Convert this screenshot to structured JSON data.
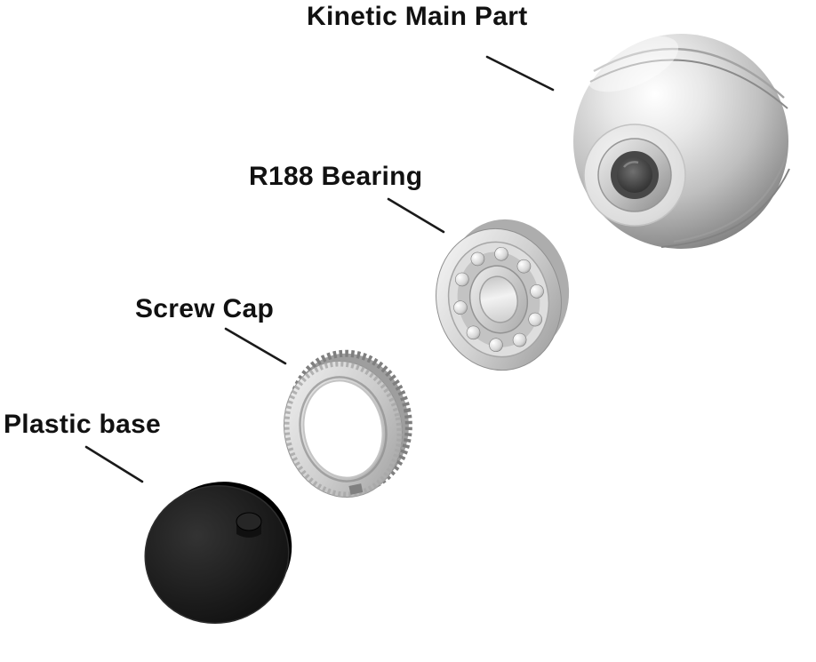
{
  "diagram": {
    "background": "#ffffff",
    "labels": {
      "main_part": "Kinetic Main Part",
      "bearing": "R188 Bearing",
      "screw_cap": "Screw Cap",
      "plastic_base": "Plastic base"
    },
    "colors": {
      "label_text": "#111111",
      "leader_line": "#1a1a1a",
      "metal_light": "#f5f5f5",
      "metal_mid": "#bdbdbd",
      "metal_dark": "#636363",
      "plastic_black": "#141414"
    }
  }
}
